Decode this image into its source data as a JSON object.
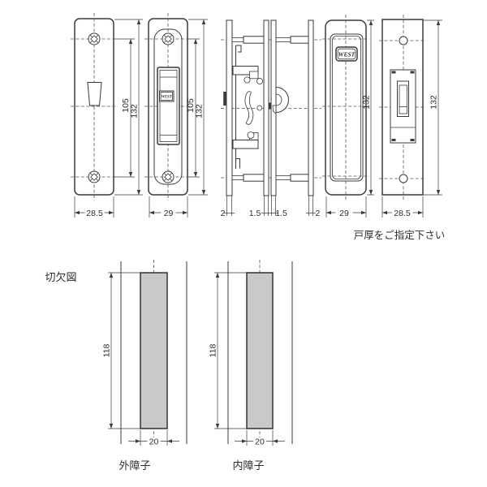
{
  "drawing": {
    "line_color": "#3a3a3a",
    "cutout_fill": "#c9c9c9",
    "brand": "WEST",
    "note": "戸厚をご指定下さい",
    "views": {
      "outer_plate": {
        "width": "28.5",
        "screw_pitch": "105",
        "height": "132"
      },
      "latch_plate": {
        "width": "29",
        "screw_pitch": "105",
        "height": "132"
      },
      "section": {
        "left_thickness": "2",
        "mid_left_thickness": "1.5",
        "mid_right_thickness": "1.5",
        "right_thickness": "2"
      },
      "cover_plate": {
        "width": "29",
        "height": "132"
      },
      "receiver_plate": {
        "width": "28.5",
        "height": "132"
      }
    },
    "cutout": {
      "title": "切欠図",
      "outer_sash": {
        "label": "外障子",
        "height": "118",
        "width": "20"
      },
      "inner_sash": {
        "label": "内障子",
        "height": "118",
        "width": "20"
      }
    }
  }
}
